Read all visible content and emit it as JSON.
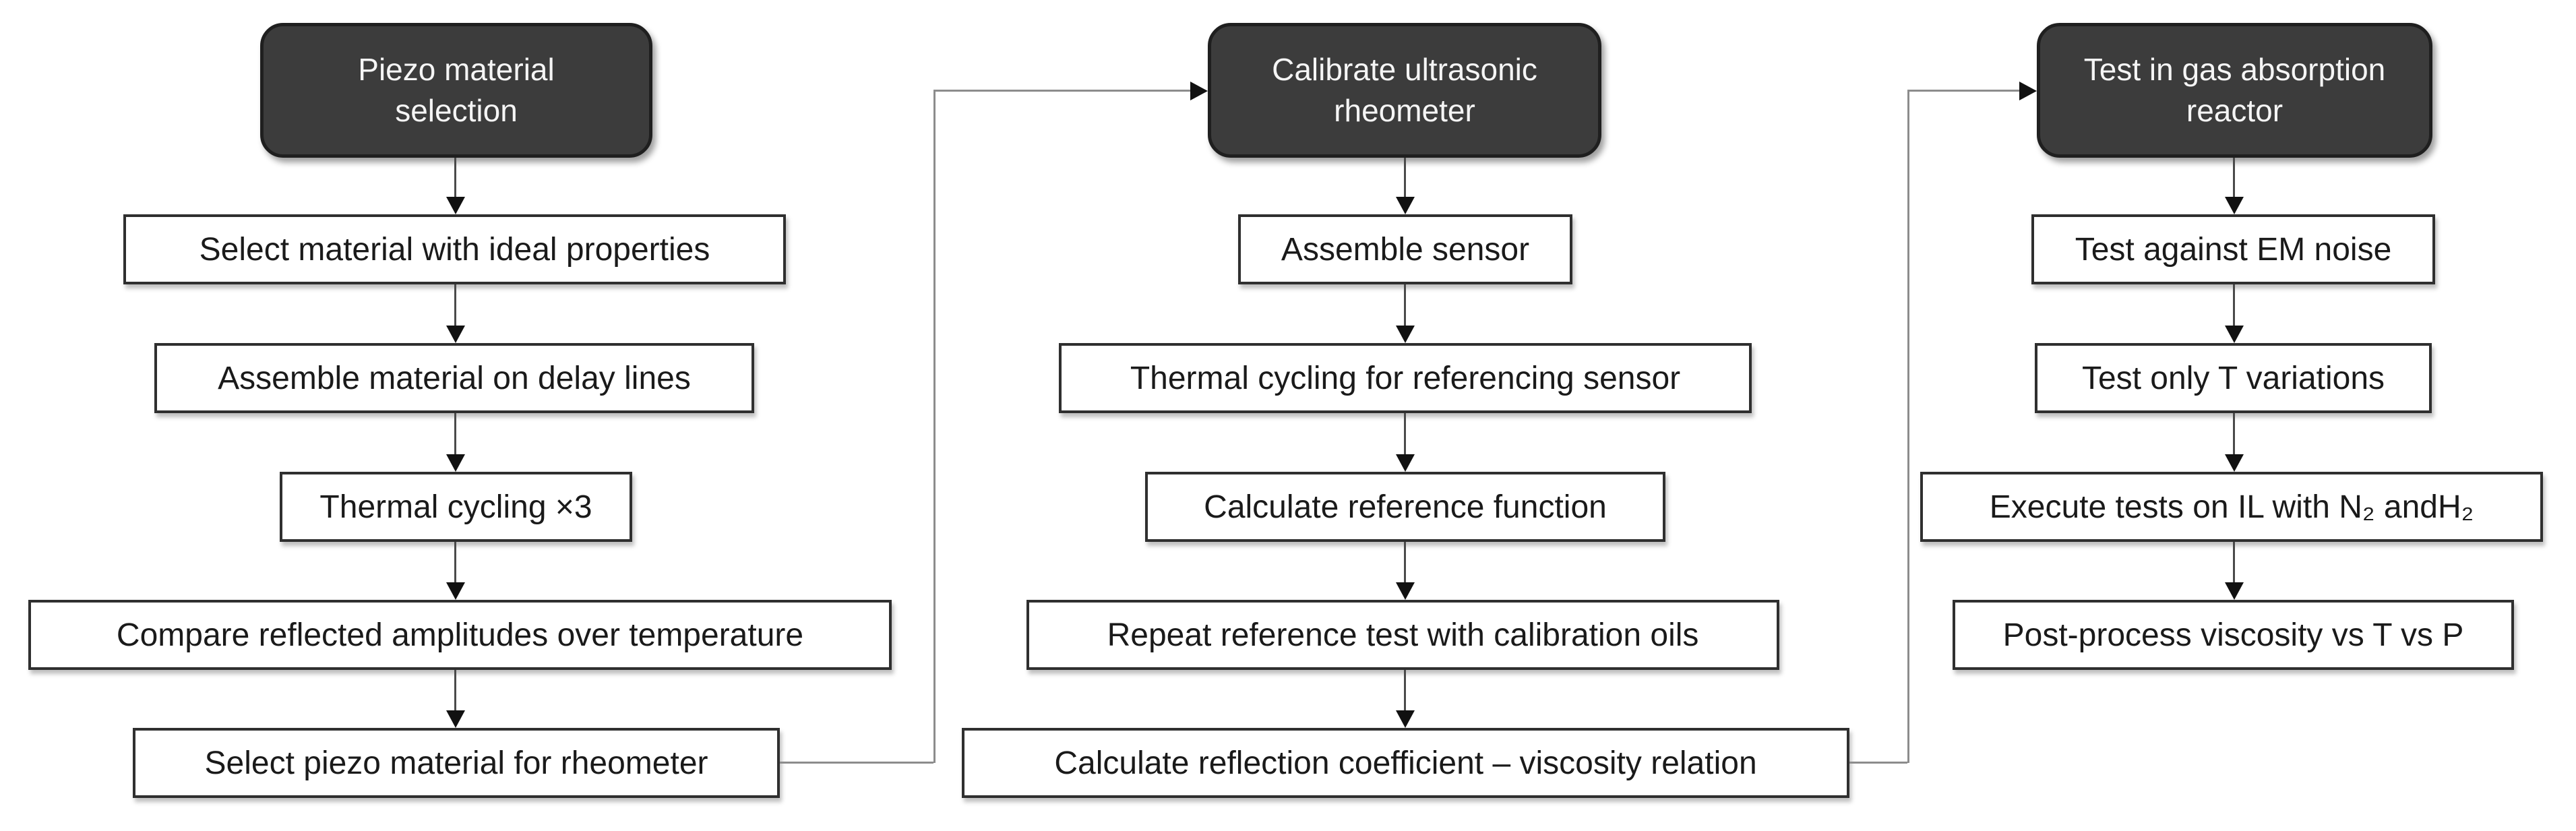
{
  "flowchart": {
    "columns": [
      {
        "header": "Piezo material selection",
        "steps": [
          "Select material with ideal properties",
          "Assemble material on delay lines",
          "Thermal cycling ×3",
          "Compare reflected amplitudes over temperature",
          "Select piezo material for rheometer"
        ]
      },
      {
        "header": "Calibrate ultrasonic rheometer",
        "steps": [
          "Assemble sensor",
          "Thermal cycling for referencing sensor",
          "Calculate reference function",
          "Repeat reference test with calibration oils",
          "Calculate reflection coefficient – viscosity relation"
        ]
      },
      {
        "header": "Test in gas absorption reactor",
        "steps": [
          "Test against EM noise",
          "Test only T variations",
          "Execute tests on IL with N₂ andH₂",
          "Post-process viscosity vs T vs P"
        ]
      }
    ],
    "colors": {
      "header_fill": "#3c3c3c",
      "header_border": "#1f1f1f",
      "header_text": "#f5f5f5",
      "box_fill": "#ffffff",
      "box_border": "#2f2f2f",
      "step_text": "#1a1a1a",
      "connector_line": "#8c8c8c",
      "arrow_line": "#4a4a4a",
      "arrowhead": "#111111"
    }
  }
}
